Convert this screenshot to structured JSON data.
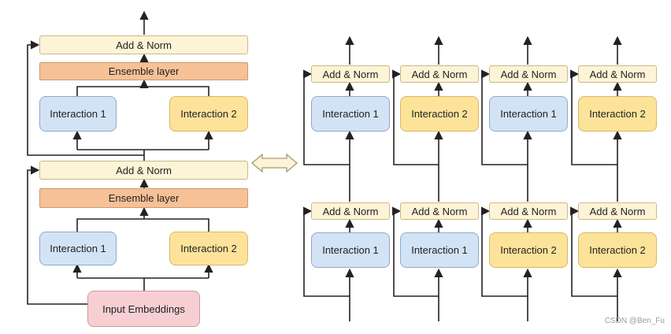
{
  "left_stack": {
    "top_block": {
      "add_norm": "Add & Norm",
      "ensemble": "Ensemble layer",
      "interaction_a": "Interaction 1",
      "interaction_b": "Interaction 2"
    },
    "bottom_block": {
      "add_norm": "Add & Norm",
      "ensemble": "Ensemble layer",
      "interaction_a": "Interaction 1",
      "interaction_b": "Interaction 2"
    },
    "input": "Input Embeddings"
  },
  "right_grid": {
    "top_row": {
      "add_norm": [
        "Add & Norm",
        "Add & Norm",
        "Add & Norm",
        "Add & Norm"
      ],
      "interactions": [
        "Interaction 1",
        "Interaction 2",
        "Interaction 1",
        "Interaction 2"
      ],
      "kinds": [
        "interaction-1",
        "interaction-2",
        "interaction-1",
        "interaction-2"
      ]
    },
    "bottom_row": {
      "add_norm": [
        "Add & Norm",
        "Add & Norm",
        "Add & Norm",
        "Add & Norm"
      ],
      "interactions": [
        "Interaction 1",
        "Interaction 1",
        "Interaction 2",
        "Interaction 2"
      ],
      "kinds": [
        "interaction-1",
        "interaction-1",
        "interaction-2",
        "interaction-2"
      ]
    }
  },
  "equivalence_icon": "double-arrow-icon",
  "colors": {
    "add_norm": "#fdf3d6",
    "ensemble": "#f6c196",
    "interaction_1": "#d3e3f6",
    "interaction_2": "#fde39a",
    "input": "#f7cfd3"
  },
  "watermark": "CSDN @Ben_Fu"
}
